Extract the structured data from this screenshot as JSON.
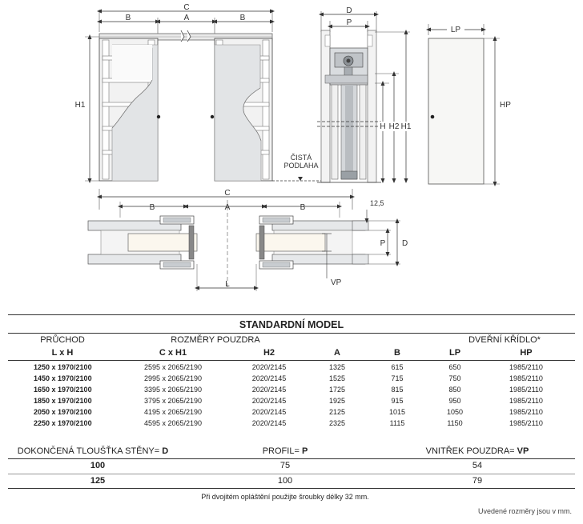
{
  "drawing_labels": {
    "front": {
      "B_left": "B",
      "A": "A",
      "B_right": "B",
      "C": "C",
      "H1": "H1",
      "floor_line1": "ČISTÁ",
      "floor_line2": "PODLAHA"
    },
    "side": {
      "D": "D",
      "P": "P",
      "H": "H",
      "H2": "H2",
      "H1": "H1"
    },
    "leaf": {
      "LP": "LP",
      "HP": "HP"
    },
    "plan": {
      "C": "C",
      "B_left": "B",
      "A": "A",
      "B_right": "B",
      "dim_12_5": "12,5",
      "P": "P",
      "D": "D",
      "L": "L",
      "VP": "VP"
    }
  },
  "standard_model": {
    "title": "STANDARDNÍ MODEL",
    "group_headers": {
      "passage": "PRŮCHOD",
      "pocket": "ROZMĚRY POUZDRA",
      "leaf": "DVEŘNÍ KŘÍDLO*"
    },
    "columns": [
      "L x H",
      "C x H1",
      "H2",
      "A",
      "B",
      "LP",
      "HP"
    ],
    "rows": [
      [
        "1250 x 1970/2100",
        "2595 x 2065/2190",
        "2020/2145",
        "1325",
        "615",
        "650",
        "1985/2110"
      ],
      [
        "1450 x 1970/2100",
        "2995 x 2065/2190",
        "2020/2145",
        "1525",
        "715",
        "750",
        "1985/2110"
      ],
      [
        "1650 x 1970/2100",
        "3395 x 2065/2190",
        "2020/2145",
        "1725",
        "815",
        "850",
        "1985/2110"
      ],
      [
        "1850 x 1970/2100",
        "3795 x 2065/2190",
        "2020/2145",
        "1925",
        "915",
        "950",
        "1985/2110"
      ],
      [
        "2050 x 1970/2100",
        "4195 x 2065/2190",
        "2020/2145",
        "2125",
        "1015",
        "1050",
        "1985/2110"
      ],
      [
        "2250 x 1970/2100",
        "4595 x 2065/2190",
        "2020/2145",
        "2325",
        "1115",
        "1150",
        "1985/2110"
      ]
    ]
  },
  "wall_table": {
    "headers": {
      "d_prefix": "DOKONČENÁ TLOUŠŤKA STĚNY= ",
      "d_letter": "D",
      "p_prefix": "PROFIL= ",
      "p_letter": "P",
      "vp_prefix": "VNITŘEK POUZDRA= ",
      "vp_letter": "VP"
    },
    "rows": [
      [
        "100",
        "75",
        "54"
      ],
      [
        "125",
        "100",
        "79"
      ]
    ]
  },
  "footnote": "Při dvojitém opláštění použijte šroubky délky 32 mm.",
  "units_note": "Uvedené rozměry jsou v mm."
}
